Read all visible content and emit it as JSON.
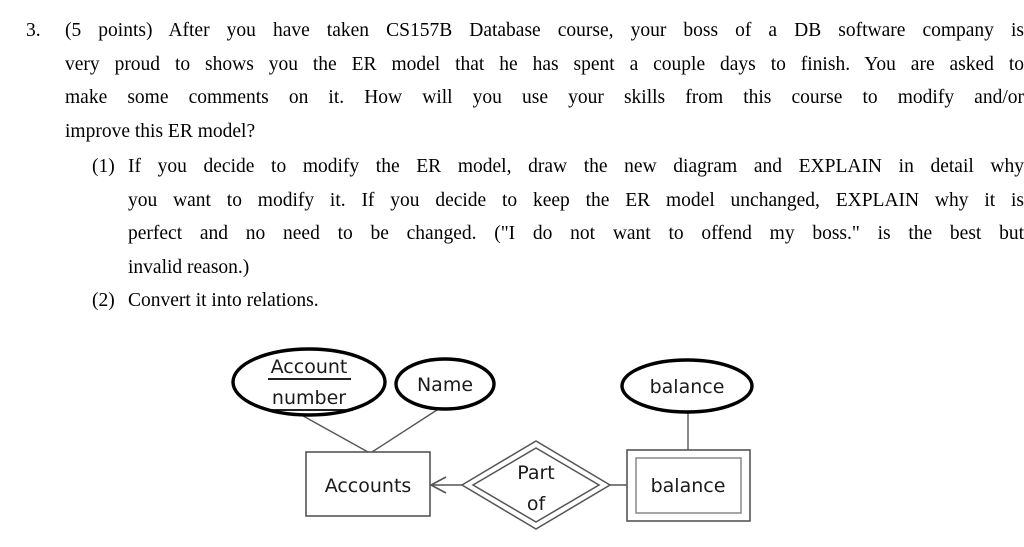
{
  "question": {
    "number": "3.",
    "lines": [
      "(5 points) After you have taken CS157B Database course, your boss of a DB software company is",
      "very proud to shows you the ER model that he has spent a couple days to finish. You are asked to",
      "make some comments on it. How will you use your skills from this course to modify and/or",
      "improve this ER model?"
    ],
    "subitems": [
      {
        "marker": "(1)",
        "lines": [
          "If you decide to modify the ER model, draw the new diagram and EXPLAIN in detail why",
          "you want to modify it. If you decide to keep the ER model unchanged, EXPLAIN why it is",
          "perfect and no need to be changed. (\"I do not want to offend my boss.\" is the best but",
          "invalid reason.)"
        ]
      },
      {
        "marker": "(2)",
        "lines": [
          "Convert it into relations."
        ]
      }
    ]
  },
  "er_diagram": {
    "attributes": [
      {
        "id": "account-number",
        "label_line1": "Account",
        "label_line2": "number",
        "underlined": true
      },
      {
        "id": "name",
        "label_line1": "Name",
        "label_line2": "",
        "underlined": false
      },
      {
        "id": "balance-attribute",
        "label_line1": "balance",
        "label_line2": "",
        "underlined": false
      }
    ],
    "entities": [
      {
        "id": "accounts",
        "label": "Accounts",
        "weak": false
      },
      {
        "id": "balance-entity",
        "label": "balance",
        "weak": true
      }
    ],
    "relationships": [
      {
        "id": "part-of",
        "label_line1": "Part",
        "label_line2": "of",
        "identifying": true
      }
    ],
    "colors": {
      "stroke_strong": "#000000",
      "stroke_thin": "#555555",
      "text": "#1a1a1a",
      "background": "#ffffff"
    }
  }
}
